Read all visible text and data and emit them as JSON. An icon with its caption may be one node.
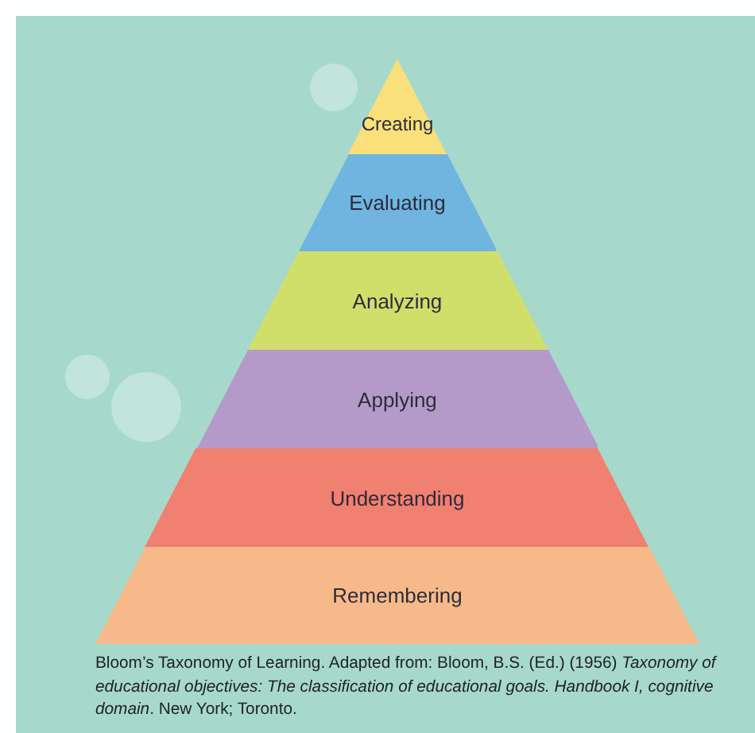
{
  "diagram": {
    "caption": "Bloom’s Taxonomy of Learning. Adapted from: Bloom, B.S. (Ed.) (1956) *Taxonomy of educational objectives: The classification of educational goals. Handbook I, cognitive domain*. New York; Toronto.",
    "nodes": [
      {
        "text": [
          "Creating"
        ]
      },
      {
        "text": [
          "Evaluating"
        ]
      },
      {
        "text": [
          "Analyzing"
        ]
      },
      {
        "text": [
          "Applying"
        ]
      },
      {
        "text": [
          "Understanding"
        ]
      },
      {
        "text": [
          "Remembering"
        ]
      }
    ],
    "edges": []
  }
}
